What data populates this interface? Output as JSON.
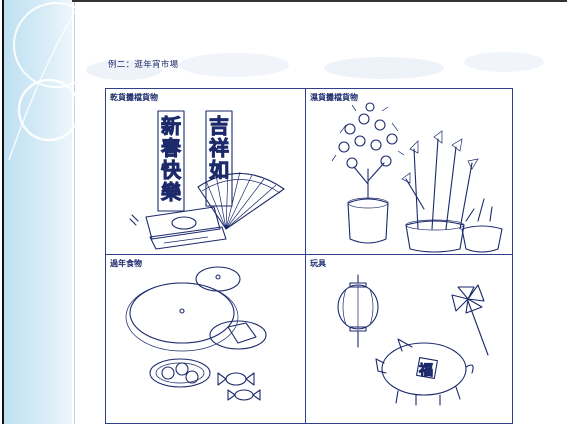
{
  "caption": "例二：逛年宵市場",
  "cells": [
    {
      "label": "乾貨攤檔貨物"
    },
    {
      "label": "濕貨攤檔貨物"
    },
    {
      "label": "過年食物"
    },
    {
      "label": "玩具"
    }
  ],
  "illustrations": {
    "couplet_left": [
      "新",
      "春",
      "快",
      "樂"
    ],
    "couplet_right": [
      "吉",
      "祥",
      "如"
    ],
    "fu_char": "福"
  },
  "colors": {
    "ink": "#1c2a6b",
    "band": "#bfe0f2"
  }
}
